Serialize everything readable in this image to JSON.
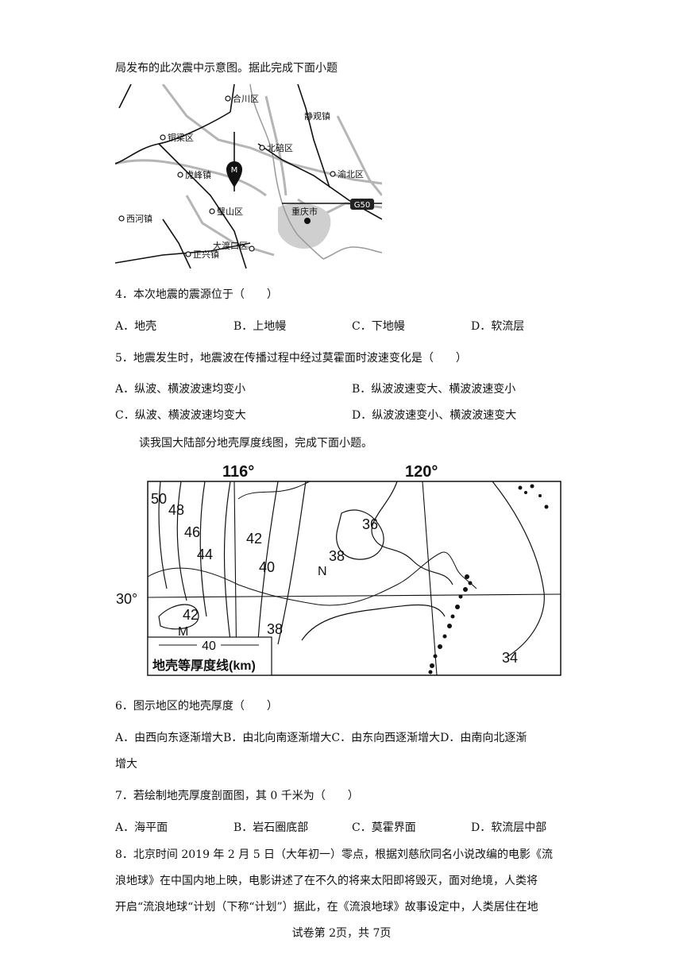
{
  "intro_text": "局发布的此次震中示意图。据此完成下面小题",
  "map1": {
    "places": [
      {
        "name": "合川区"
      },
      {
        "name": "静观镇"
      },
      {
        "name": "铜梁区"
      },
      {
        "name": "北碚区"
      },
      {
        "name": "虎峰镇"
      },
      {
        "name": "渝北区"
      },
      {
        "name": "西河镇"
      },
      {
        "name": "璧山区"
      },
      {
        "name": "重庆市"
      },
      {
        "name": "大渡口区"
      },
      {
        "name": "正兴镇"
      }
    ],
    "epicenter_marker": "M",
    "highway_label": "G50"
  },
  "q4": {
    "stem": "4．本次地震的震源位于（　　）",
    "options": [
      "A．地壳",
      "B．上地幔",
      "C．下地幔",
      "D．软流层"
    ]
  },
  "q5": {
    "stem": "5．地震发生时，地震波在传播过程中经过莫霍面时波速变化是（　　）",
    "options": [
      "A．纵波、横波波速均变小",
      "B．纵波波速变大、横波波速变小",
      "C．纵波、横波波速均变大",
      "D．纵波波速变小、横波波速变大"
    ]
  },
  "map2_intro": "读我国大陆部分地壳厚度线图，完成下面小题。",
  "map2": {
    "lon_labels": [
      "116°",
      "120°"
    ],
    "lat_label": "30°",
    "contour_values": [
      "50",
      "48",
      "46",
      "44",
      "42",
      "40",
      "36",
      "38",
      "42",
      "38",
      "34"
    ],
    "point_labels": [
      "N",
      "M"
    ],
    "legend_value": "40",
    "legend_title": "地壳等厚度线(km)"
  },
  "q6": {
    "stem": "6．图示地区的地壳厚度（　　）",
    "options_line1": "A．由西向东逐渐增大B．由北向南逐渐增大C．由东向西逐渐增大D．由南向北逐渐",
    "options_line2": "增大"
  },
  "q7": {
    "stem": "7．若绘制地壳厚度剖面图，其 0 千米为（　　）",
    "options": [
      "A．海平面",
      "B．岩石圈底部",
      "C．莫霍界面",
      "D．软流层中部"
    ]
  },
  "q8": {
    "line1": "8．北京时间 2019 年 2 月 5 日（大年初一）零点，根据刘慈欣同名小说改编的电影《流",
    "line2": "浪地球》在中国内地上映，电影讲述了在不久的将来太阳即将毁灭，面对绝境，人类将",
    "line3": "开启“流浪地球“计划（下称“计划”）据此，在《流浪地球》故事设定中，人类居住在地"
  },
  "footer": "试卷第 2页，共 7页"
}
